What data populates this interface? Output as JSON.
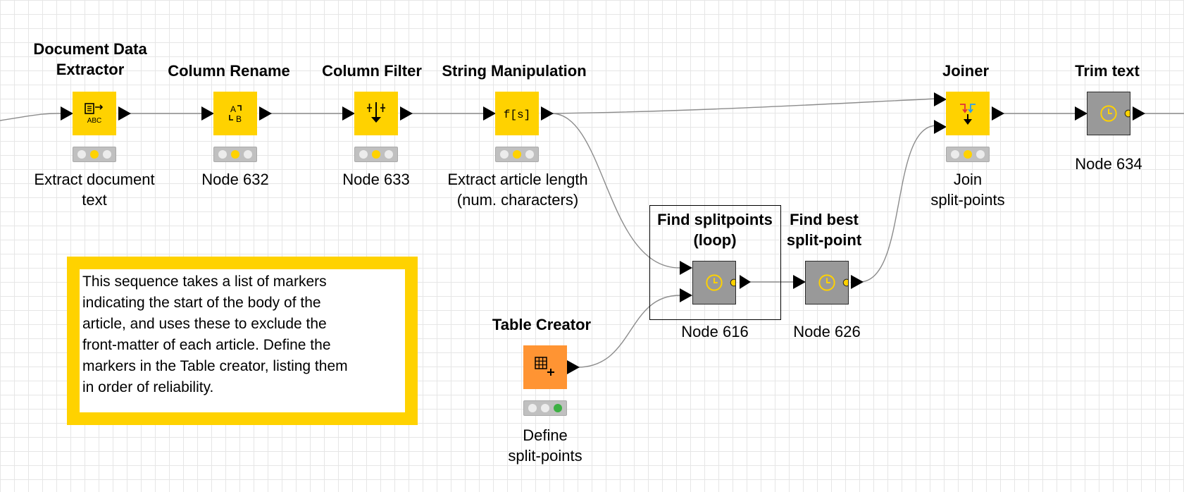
{
  "nodes": {
    "doc_extractor": {
      "title": [
        "Document Data",
        "Extractor"
      ],
      "label": [
        "Extract document",
        "text"
      ]
    },
    "column_rename": {
      "title": [
        "Column Rename"
      ],
      "label": [
        "Node 632"
      ]
    },
    "column_filter": {
      "title": [
        "Column Filter"
      ],
      "label": [
        "Node 633"
      ]
    },
    "string_manip": {
      "title": [
        "String Manipulation"
      ],
      "label": [
        "Extract article length",
        "(num. characters)"
      ]
    },
    "joiner": {
      "title": [
        "Joiner"
      ],
      "label": [
        "Join",
        "split-points"
      ]
    },
    "trim_text": {
      "title": [
        "Trim text"
      ],
      "label": [
        "Node 634"
      ]
    },
    "find_splitpoints": {
      "title": [
        "Find splitpoints",
        "(loop)"
      ],
      "label": [
        "Node 616"
      ]
    },
    "find_best": {
      "title": [
        "Find best",
        "split-point"
      ],
      "label": [
        "Node 626"
      ]
    },
    "table_creator": {
      "title": [
        "Table Creator"
      ],
      "label": [
        "Define",
        "split-points"
      ]
    }
  },
  "annotation": {
    "lines": [
      "This sequence takes a list of markers",
      "indicating the start of the body of the",
      "article, and uses these to exclude the",
      "front-matter of each article. Define the",
      "markers in the Table creator, listing them",
      "in order of reliability."
    ]
  },
  "colors": {
    "node_yellow": "#ffd200",
    "node_orange": "#ff9433",
    "metanode_gray": "#999999",
    "annotation_border": "#ffd200",
    "wire": "#8c8c8c"
  },
  "icons": {
    "doc_extractor": "document-extract-icon",
    "column_rename": "rename-columns-icon",
    "column_filter": "column-filter-icon",
    "string_manip": "string-manipulation-icon",
    "joiner": "joiner-icon",
    "table_creator": "table-create-icon",
    "metanode": "clock-metanode-icon"
  }
}
